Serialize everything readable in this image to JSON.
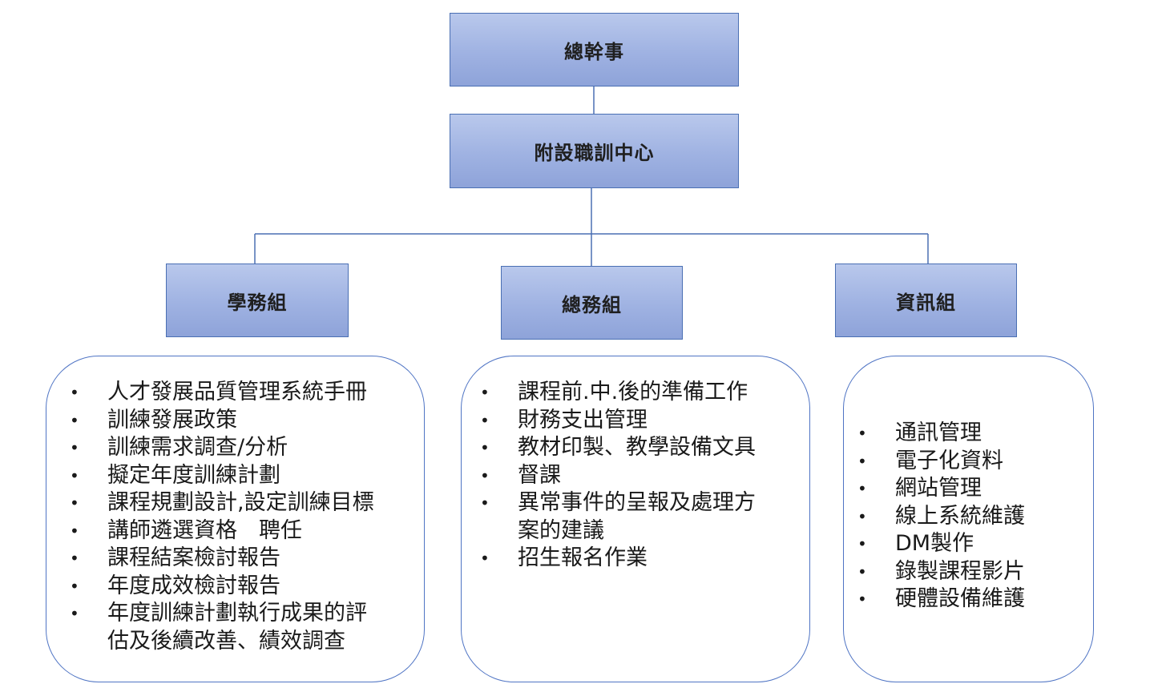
{
  "chart": {
    "root": {
      "label": "總幹事"
    },
    "center": {
      "label": "附設職訓中心"
    },
    "groups": [
      {
        "label": "學務組",
        "duties": [
          "人才發展品質管理系統手冊",
          "訓練發展政策",
          "訓練需求調查/分析",
          "擬定年度訓練計劃",
          "課程規劃設計,設定訓練目標",
          "講師遴選資格　聘任",
          "課程結案檢討報告",
          "年度成效檢討報告",
          "年度訓練計劃執行成果的評\n估及後續改善、績效調查"
        ]
      },
      {
        "label": "總務組",
        "duties": [
          "課程前.中.後的準備工作",
          "財務支出管理",
          "教材印製、教學設備文具",
          "督課",
          "異常事件的呈報及處理方\n案的建議",
          "招生報名作業"
        ]
      },
      {
        "label": "資訊組",
        "duties": [
          "通訊管理",
          "電子化資料",
          "網站管理",
          "線上系統維護",
          "DM製作",
          "錄製課程影片",
          "硬體設備維護"
        ]
      }
    ],
    "bullet_symbol": "•",
    "colors": {
      "node_fill_top": "#b9c8ec",
      "node_fill_bottom": "#8ea3d9",
      "node_border": "#4a6fb3",
      "connector": "#4a6fb3",
      "duty_border": "#4f74c4"
    }
  }
}
